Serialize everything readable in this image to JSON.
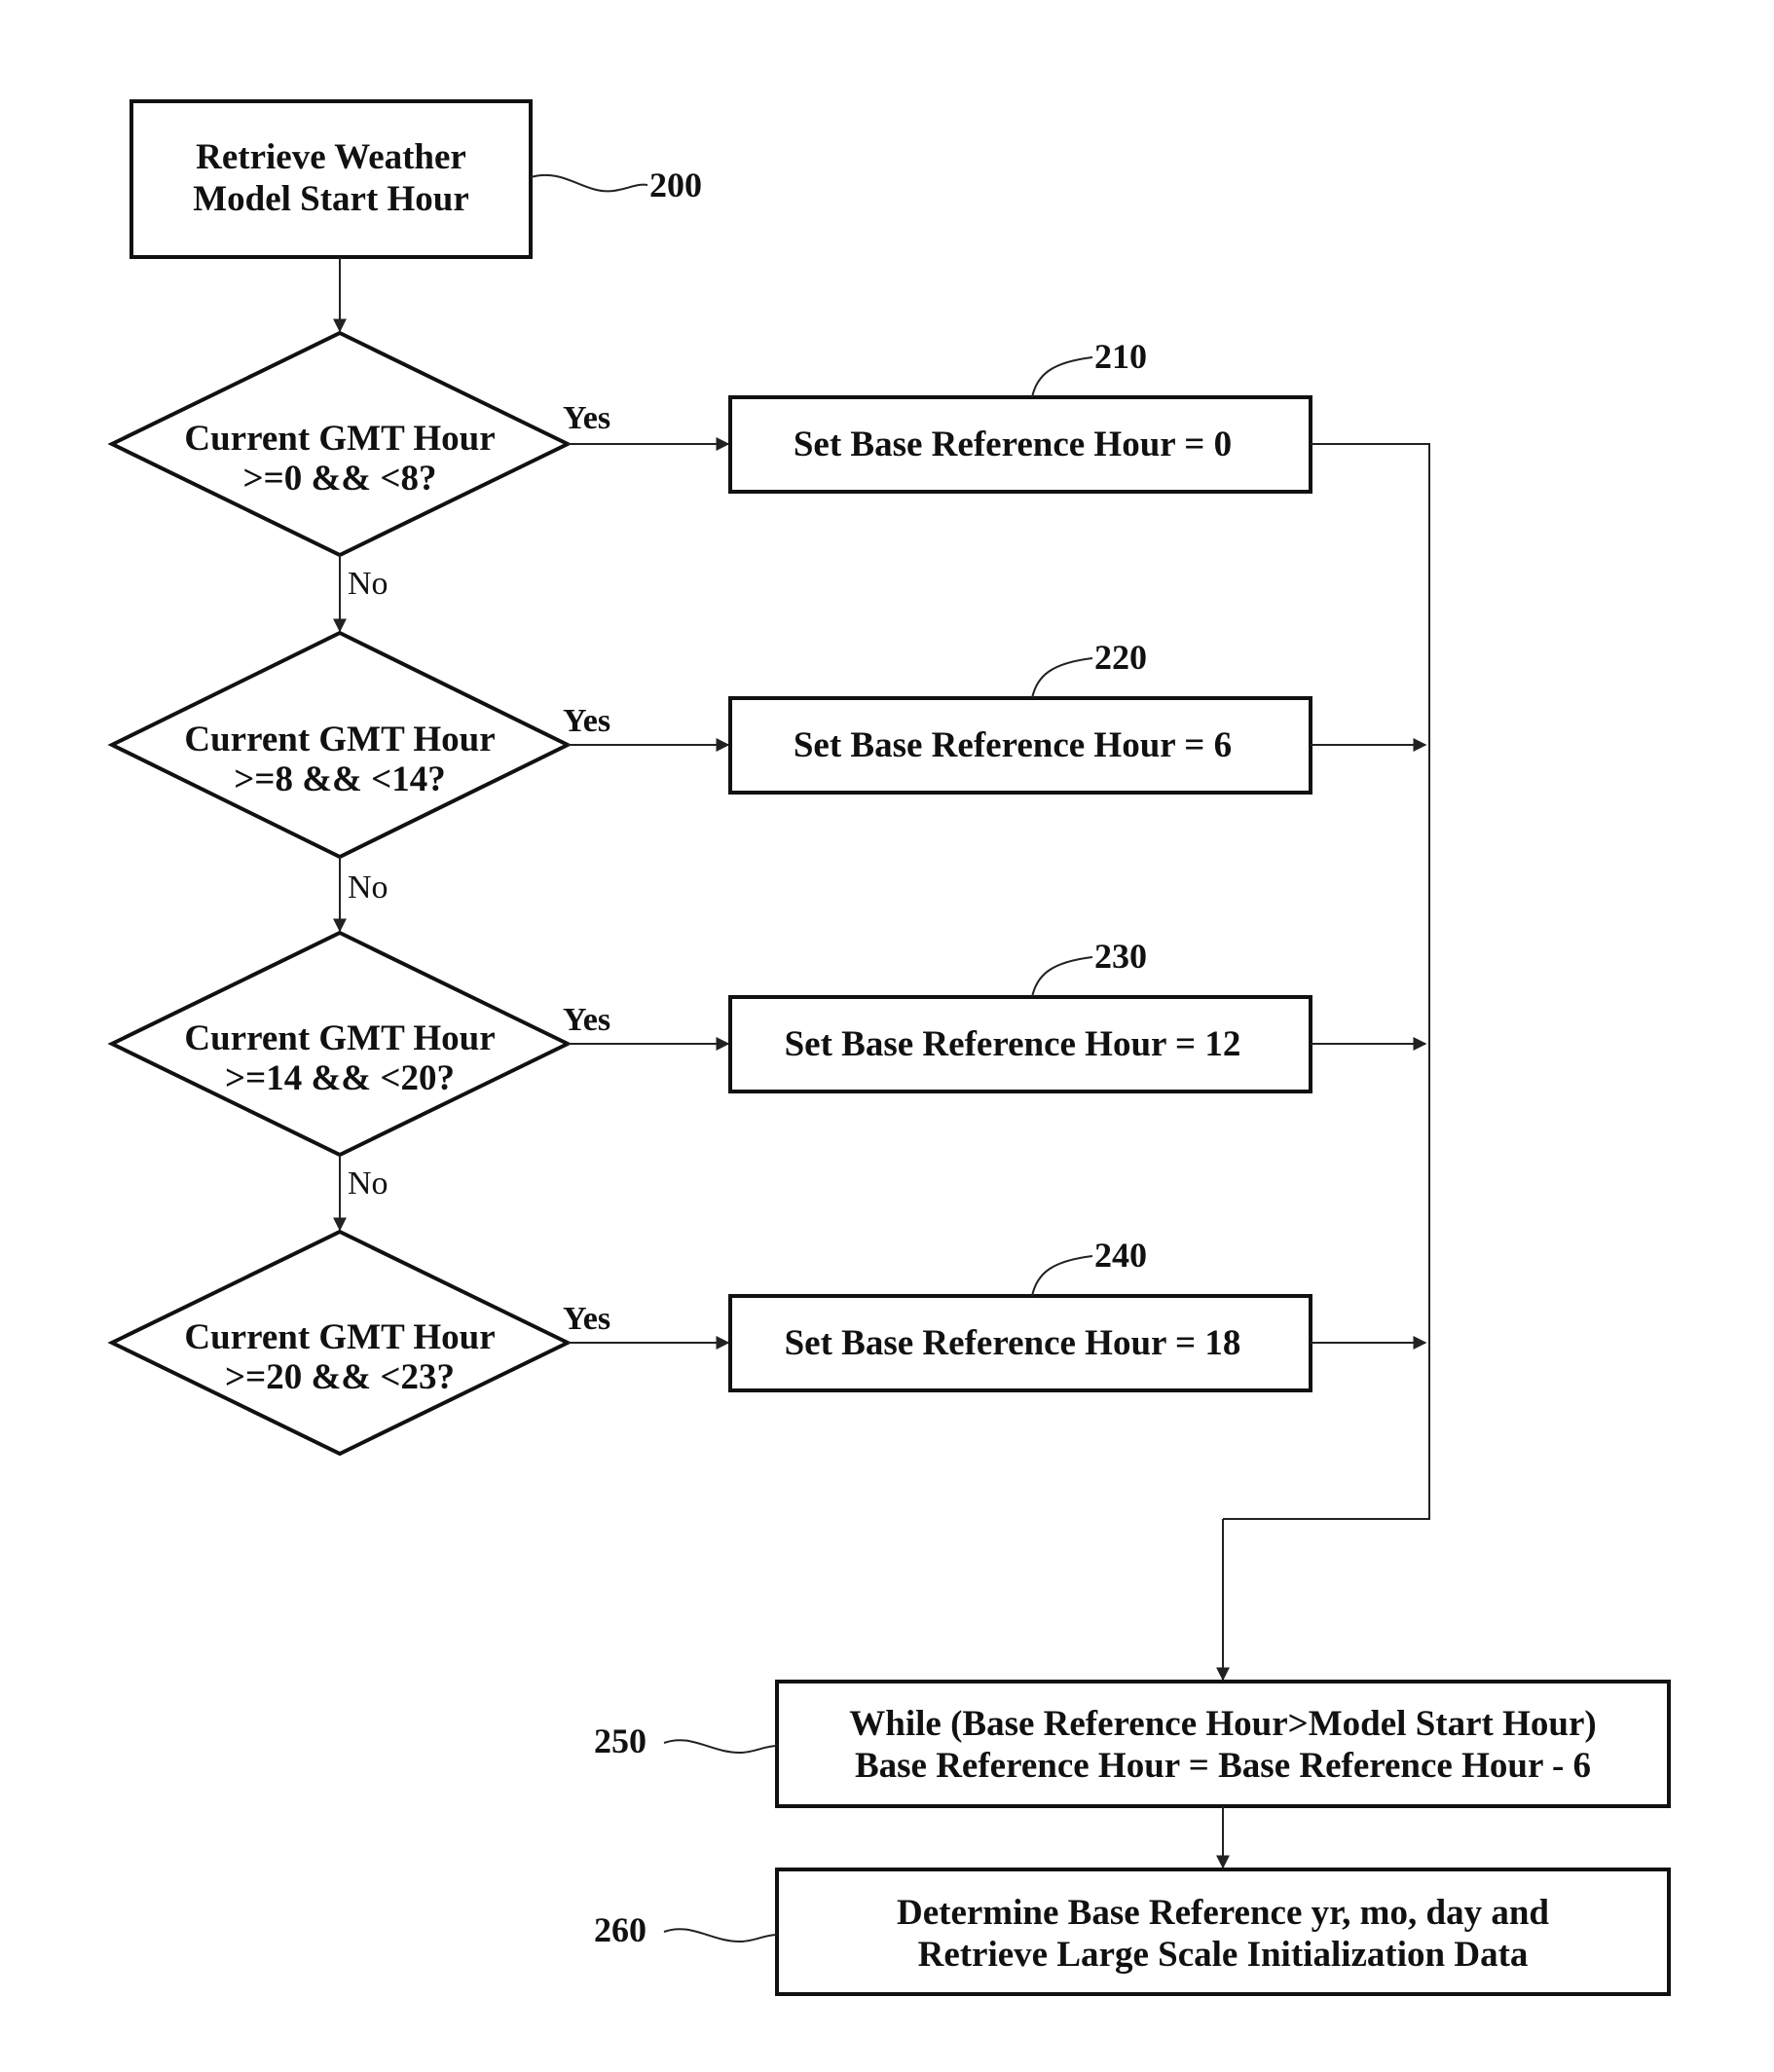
{
  "nodes": {
    "n200": {
      "ref": "200",
      "line1": "Retrieve Weather",
      "line2": "Model Start Hour"
    },
    "d1": {
      "line1": "Current GMT Hour",
      "line2": ">=0 && <8?"
    },
    "d2": {
      "line1": "Current GMT Hour",
      "line2": ">=8 && <14?"
    },
    "d3": {
      "line1": "Current GMT Hour",
      "line2": ">=14 && <20?"
    },
    "d4": {
      "line1": "Current GMT Hour",
      "line2": ">=20 && <23?"
    },
    "n210": {
      "ref": "210",
      "text": "Set Base Reference Hour = 0"
    },
    "n220": {
      "ref": "220",
      "text": "Set Base Reference Hour = 6"
    },
    "n230": {
      "ref": "230",
      "text": "Set Base Reference Hour = 12"
    },
    "n240": {
      "ref": "240",
      "text": "Set Base Reference Hour = 18"
    },
    "n250": {
      "ref": "250",
      "line1": "While (Base Reference Hour>Model Start Hour)",
      "line2": "Base Reference Hour = Base Reference Hour - 6"
    },
    "n260": {
      "ref": "260",
      "line1": "Determine Base Reference yr, mo, day and",
      "line2": "Retrieve Large Scale Initialization Data"
    }
  },
  "labels": {
    "yes": "Yes",
    "no": "No"
  },
  "colors": {
    "stroke": "#111111",
    "background": "#ffffff"
  }
}
